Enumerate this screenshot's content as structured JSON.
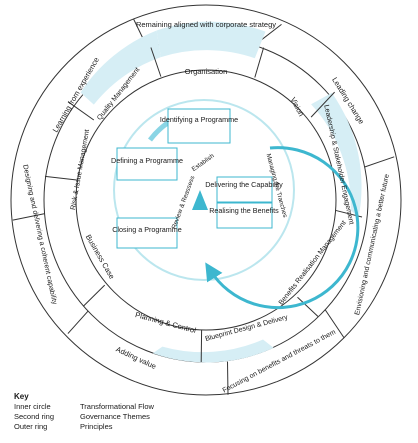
{
  "colors": {
    "ring_fill": "#ffffff",
    "ring_highlight": "#d6eef5",
    "ring_stroke": "#333333",
    "accent": "#3db7cf",
    "box_stroke": "#3db7cf",
    "text": "#1a1a1a"
  },
  "outer_ring": {
    "principles": [
      "Remaining aligned with corporate strategy",
      "Leading change",
      "Envisioning and communicating a better future",
      "Focusing on benefits and threats to them",
      "Adding value",
      "Designing and delivering a coherent capability",
      "Learning from experience"
    ]
  },
  "second_ring": {
    "themes": [
      "Organisation",
      "Vision",
      "Leadership & Stakeholder Engagement",
      "Benefits Realisation Management",
      "Blueprint Design & Delivery",
      "Planning & Control",
      "Business Case",
      "Risk & Issue Management",
      "Quality Management"
    ]
  },
  "inner_circle": {
    "flow": [
      "Identifying a Programme",
      "Defining a Programme",
      "Delivering the Capability",
      "Realising the Benefits",
      "Closing a Programme"
    ],
    "arc_labels": [
      "Establish",
      "Managing the Tranches",
      "Review & Reassess"
    ]
  },
  "key": {
    "title": "Key",
    "rows": [
      {
        "label": "Inner circle",
        "value": "Transformational Flow"
      },
      {
        "label": "Second ring",
        "value": "Governance Themes"
      },
      {
        "label": "Outer ring",
        "value": "Principles"
      }
    ]
  }
}
